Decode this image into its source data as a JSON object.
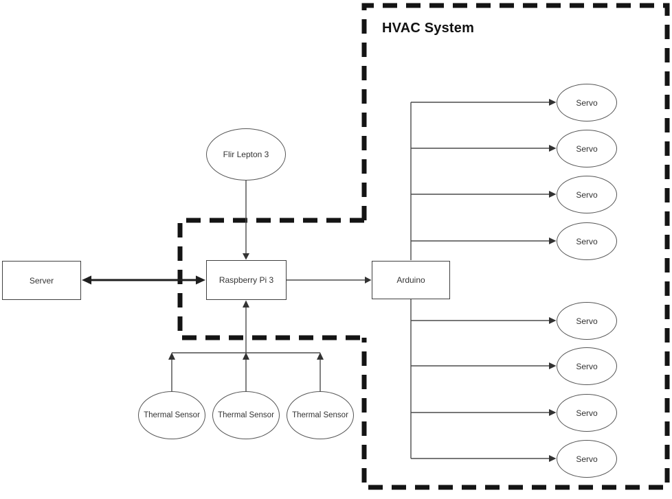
{
  "diagram": {
    "title": "HVAC System",
    "nodes": {
      "server": {
        "label": "Server",
        "shape": "rectangle"
      },
      "raspberry_pi": {
        "label": "Raspberry Pi 3",
        "shape": "rectangle"
      },
      "arduino": {
        "label": "Arduino",
        "shape": "rectangle"
      },
      "flir_camera": {
        "label": "Flir Lepton 3",
        "shape": "ellipse"
      },
      "servos": [
        {
          "label": "Servo"
        },
        {
          "label": "Servo"
        },
        {
          "label": "Servo"
        },
        {
          "label": "Servo"
        },
        {
          "label": "Servo"
        },
        {
          "label": "Servo"
        },
        {
          "label": "Servo"
        },
        {
          "label": "Servo"
        }
      ],
      "thermal_sensors": [
        {
          "label": "Thermal Sensor"
        },
        {
          "label": "Thermal Sensor"
        },
        {
          "label": "Thermal Sensor"
        }
      ]
    },
    "edges": [
      {
        "from": "Server",
        "to": "Raspberry Pi 3",
        "direction": "bidirectional"
      },
      {
        "from": "Flir Lepton 3",
        "to": "Raspberry Pi 3",
        "direction": "one-way"
      },
      {
        "from": "Raspberry Pi 3",
        "to": "Arduino",
        "direction": "one-way"
      },
      {
        "from": "Arduino",
        "to": "Servo",
        "direction": "one-way",
        "count": 8
      },
      {
        "from": "Thermal Sensor",
        "to": "Raspberry Pi 3",
        "direction": "one-way",
        "count": 3
      }
    ],
    "boundaries": [
      {
        "label": "HVAC System",
        "style": "thick-dashed"
      },
      {
        "label": "",
        "style": "thick-dashed"
      }
    ],
    "colors": {
      "background": "#ffffff",
      "connector_line": "#4a4a4a",
      "thick_arrow": "#1f1f1f",
      "dashed_border": "#141414",
      "node_border": "#3f3f3f",
      "node_text": "#333333",
      "title_text": "#111111"
    }
  }
}
